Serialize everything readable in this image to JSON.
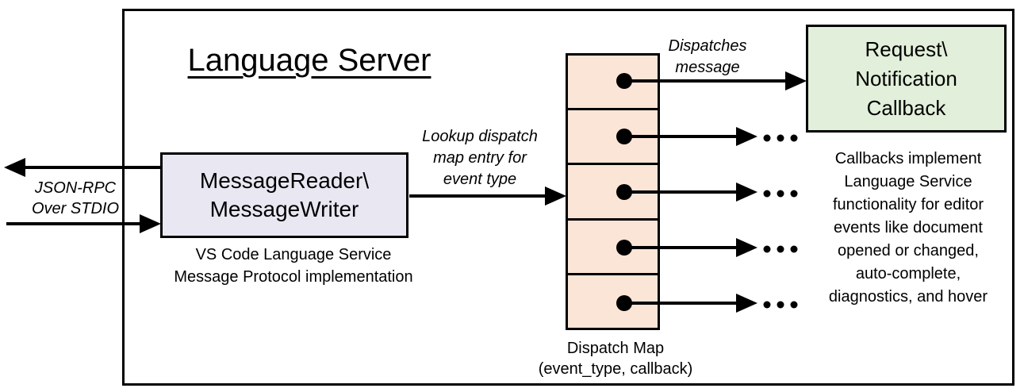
{
  "title": "Language Server",
  "reader_box": {
    "line1": "MessageReader\\",
    "line2": "MessageWriter",
    "caption1": "VS Code Language Service",
    "caption2": "Message Protocol implementation"
  },
  "io_label": {
    "line1": "JSON-RPC",
    "line2": "Over STDIO"
  },
  "lookup_label": {
    "line1": "Lookup dispatch",
    "line2": "map entry for",
    "line3": "event type"
  },
  "dispatches_label": {
    "line1": "Dispatches",
    "line2": "message"
  },
  "dispatch_map": {
    "row_count": 5,
    "caption1": "Dispatch Map",
    "caption2": "(event_type, callback)"
  },
  "callback_box": {
    "line1": "Request\\",
    "line2": "Notification",
    "line3": "Callback"
  },
  "callbacks_note": {
    "lines": [
      "Callbacks implement",
      "Language Service",
      "functionality for editor",
      "events like document",
      "opened or changed,",
      "auto-complete,",
      "diagnostics, and hover"
    ]
  },
  "ellipsis": "...",
  "colors": {
    "reader_fill": "#E9E7F2",
    "dispatch_fill": "#FBE5D6",
    "callback_fill": "#E2EFDA",
    "line": "#000000"
  }
}
